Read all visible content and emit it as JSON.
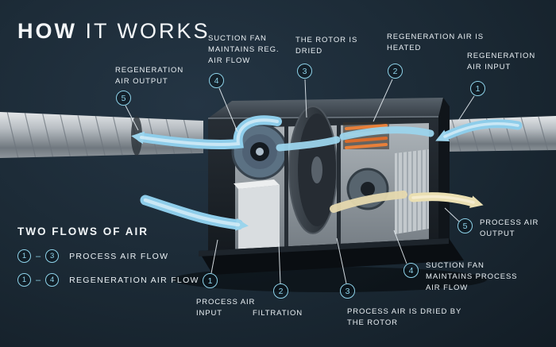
{
  "title": {
    "strong": "HOW",
    "light": "IT WORKS"
  },
  "callouts": {
    "top": [
      {
        "num": "5",
        "label": "REGENERATION AIR OUTPUT"
      },
      {
        "num": "4",
        "label": "SUCTION FAN MAINTAINS REG. AIR FLOW"
      },
      {
        "num": "3",
        "label": "THE ROTOR IS DRIED"
      },
      {
        "num": "2",
        "label": "REGENERATION AIR IS HEATED"
      },
      {
        "num": "1",
        "label": "REGENERATION AIR INPUT"
      }
    ],
    "bottom": [
      {
        "num": "1",
        "label": "PROCESS AIR INPUT"
      },
      {
        "num": "2",
        "label": "FILTRATION"
      },
      {
        "num": "3",
        "label": "PROCESS AIR IS DRIED BY THE ROTOR"
      },
      {
        "num": "4",
        "label": "SUCTION FAN MAINTAINS PROCESS AIR FLOW"
      },
      {
        "num": "5",
        "label": "PROCESS AIR OUTPUT"
      }
    ]
  },
  "legend": {
    "title": "TWO FLOWS OF AIR",
    "items": [
      {
        "start": "1",
        "separator": "–",
        "end": "3",
        "label": "PROCESS AIR FLOW"
      },
      {
        "start": "1",
        "separator": "–",
        "end": "4",
        "label": "REGENERATION AIR FLOW"
      }
    ]
  },
  "colors": {
    "background": "#1a2833",
    "accent": "#8ed3ea",
    "text": "#eef3f6",
    "regen_air": "#8ecdea",
    "process_air_dried": "#e8dcb2",
    "heater": "#e8803a"
  }
}
